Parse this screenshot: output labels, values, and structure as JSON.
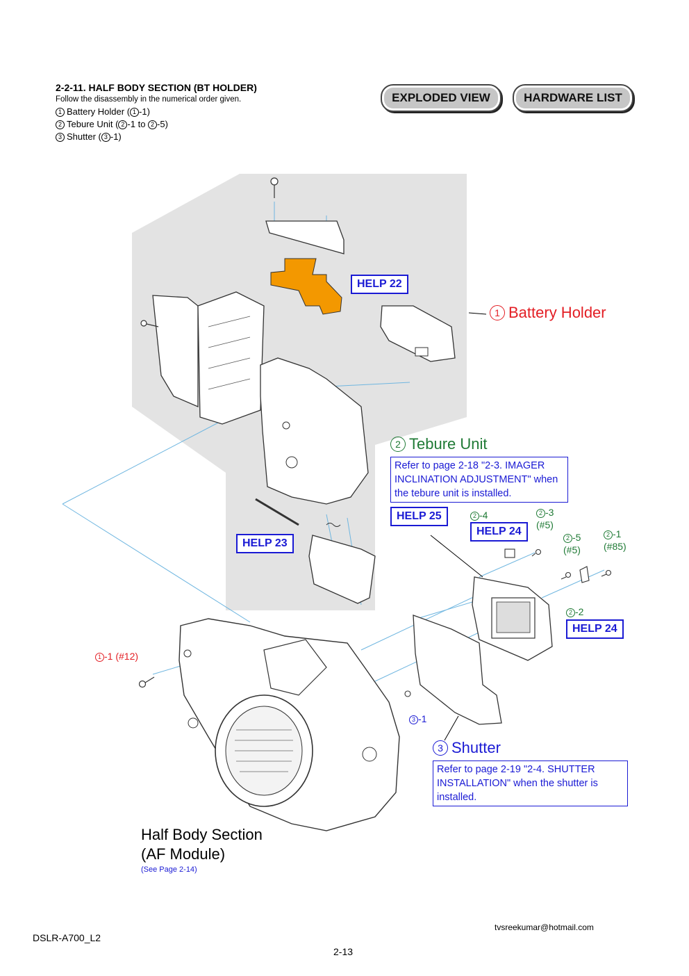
{
  "header": {
    "title": "2-2-11. HALF  BODY  SECTION (BT  HOLDER)",
    "subtitle": "Follow the disassembly in the numerical order given.",
    "steps": [
      {
        "num": "1",
        "text": "Battery Holder (",
        "ref": "1",
        "ref_suffix": "-1)"
      },
      {
        "num": "2",
        "text": "Tebure Unit (",
        "ref": "2",
        "ref_mid": "-1 to ",
        "ref2": "2",
        "ref_suffix": "-5)"
      },
      {
        "num": "3",
        "text": "Shutter (",
        "ref": "3",
        "ref_suffix": "-1)"
      }
    ]
  },
  "buttons": {
    "exploded_view": "EXPLODED VIEW",
    "hardware_list": "HARDWARE LIST"
  },
  "help": {
    "h22": "HELP 22",
    "h23": "HELP 23",
    "h25": "HELP 25",
    "h24a": "HELP 24",
    "h24b": "HELP 24"
  },
  "labels": {
    "battery_holder_num": "1",
    "battery_holder": "Battery Holder",
    "tebure_num": "2",
    "tebure": "Tebure Unit",
    "tebure_ref": "Refer to page 2-18 \"2-3. IMAGER INCLINATION ADJUSTMENT\" when the tebure unit is installed.",
    "shutter_num": "3",
    "shutter": "Shutter",
    "shutter_ref": "Refer to page 2-19 \"2-4. SHUTTER INSTALLATION\" when the shutter is installed.",
    "half_body_line1": "Half Body Section",
    "half_body_line2": "(AF Module)",
    "see_page": "(See Page 2-14)",
    "p1_1": "-1 (#12)",
    "p2_4": "-4",
    "p2_3": "-3",
    "p2_3_sub": "(#5)",
    "p2_5": "-5",
    "p2_5_sub": "(#5)",
    "p2_1": "-1",
    "p2_1_sub": "(#85)",
    "p2_2": "-2",
    "p3_1": "-1"
  },
  "footer": {
    "email": "tvsreekumar@hotmail.com",
    "model": "DSLR-A700_L2",
    "page": "2-13"
  },
  "colors": {
    "red": "#e31e24",
    "green": "#1f7a35",
    "blue": "#1a1ad4",
    "shade": "#e3e3e3",
    "flex": "#f39800"
  }
}
